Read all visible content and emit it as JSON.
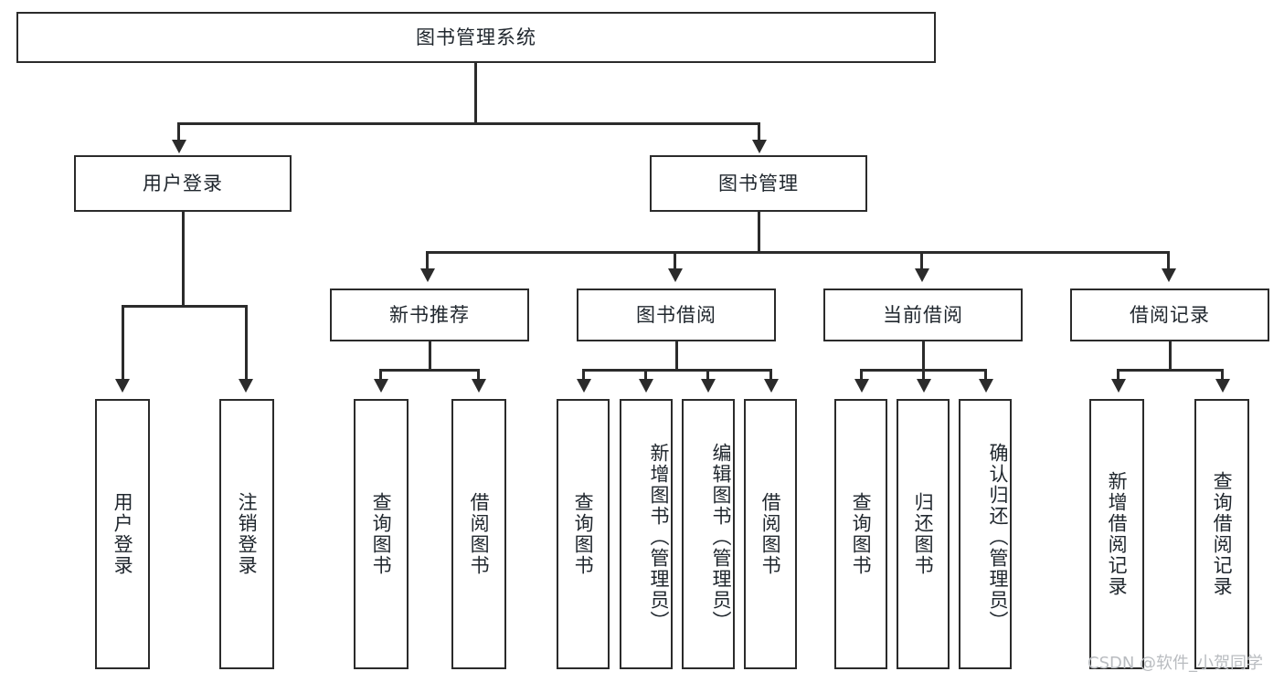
{
  "diagram": {
    "title": "图书管理系统",
    "type": "tree-hierarchy",
    "watermark": "CSDN @软件_小贺同学",
    "colors": {
      "box_border": "#2b2b2b",
      "box_fill": "#ffffff",
      "text": "#20272e",
      "connector": "#2b2b2b",
      "watermark": "#b9bcc0",
      "background": "#ffffff"
    },
    "root": {
      "label": "图书管理系统"
    },
    "level2": [
      {
        "label": "用户登录"
      },
      {
        "label": "图书管理"
      }
    ],
    "level3": [
      {
        "label": "新书推荐"
      },
      {
        "label": "图书借阅"
      },
      {
        "label": "当前借阅"
      },
      {
        "label": "借阅记录"
      }
    ],
    "leaves": {
      "user_login": [
        {
          "label": "用户登录"
        },
        {
          "label": "注销登录"
        }
      ],
      "new_book_recommend": [
        {
          "label": "查询图书"
        },
        {
          "label": "借阅图书"
        }
      ],
      "book_borrow": [
        {
          "label": "查询图书"
        },
        {
          "label": "新增图书（管理员）"
        },
        {
          "label": "编辑图书（管理员）"
        },
        {
          "label": "借阅图书"
        }
      ],
      "current_borrow": [
        {
          "label": "查询图书"
        },
        {
          "label": "归还图书"
        },
        {
          "label": "确认归还（管理员）"
        }
      ],
      "borrow_record": [
        {
          "label": "新增借阅记录"
        },
        {
          "label": "查询借阅记录"
        }
      ]
    }
  }
}
